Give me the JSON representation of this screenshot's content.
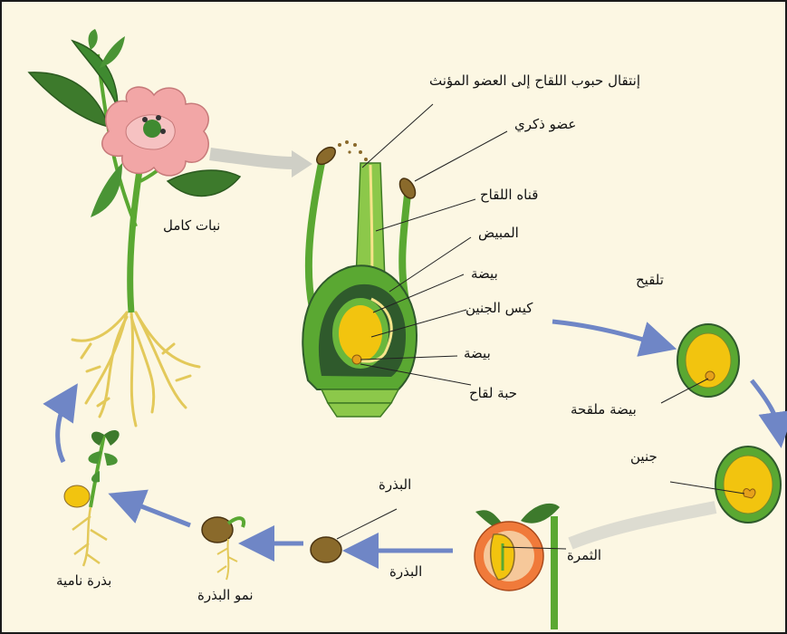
{
  "labels": {
    "pollen_transfer": "إنتقال حبوب اللقاح إلى العضو المؤنث",
    "male_organ": "عضو ذكري",
    "pollen_tube": "قناه اللقاح",
    "ovary": "المبيض",
    "egg_1": "بيضة",
    "embryo_sac": "كيس الجنين",
    "egg_2": "بيضة",
    "pollen_grain": "حبة لقاح",
    "fertilization": "تلقيح",
    "fertilized_egg": "بيضة ملقحة",
    "embryo": "جنين",
    "fruit": "الثمرة",
    "seed_top": "البذرة",
    "seed_bottom": "البذرة",
    "seedling_growth": "نمو البذرة",
    "germinating_seed": "بذرة نامية",
    "whole_plant": "نبات كامل"
  },
  "colors": {
    "arrow_blue": "#6f86c6",
    "arrow_grey": "#cfcfc6",
    "stem_green": "#5aa832",
    "dark_green": "#2f5a2c",
    "yolk_yellow": "#f2c40f",
    "flower_pink": "#f2a6a6",
    "root_yellow": "#e9d26a",
    "seed_brown": "#8a6a2b",
    "fruit_orange": "#f07a3a"
  },
  "icons": {
    "plant": "flowering-plant-icon",
    "pistil": "pistil-cross-section-icon",
    "ovule": "ovule-icon",
    "seed": "seed-icon",
    "fruit": "fruit-icon"
  }
}
